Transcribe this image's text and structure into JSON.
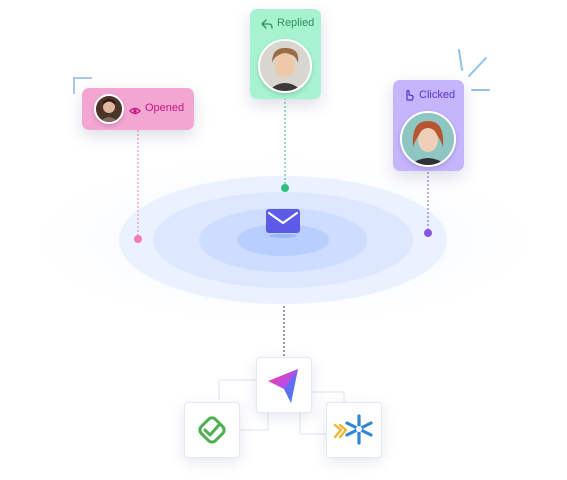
{
  "cards": {
    "opened": {
      "label": "Opened",
      "icon": "eye-icon",
      "color": "#f4a6d3",
      "text_color": "#c2187f"
    },
    "replied": {
      "label": "Replied",
      "icon": "reply-arrow-icon",
      "color": "#a7f3d0",
      "text_color": "#2f8f5b"
    },
    "clicked": {
      "label": "Clicked",
      "icon": "pointer-hand-icon",
      "color": "#c4b5fd",
      "text_color": "#5b34c9"
    }
  },
  "center": {
    "icon": "envelope-icon",
    "color": "#5b5be8"
  },
  "tools": [
    {
      "name": "navigation-arrow-logo"
    },
    {
      "name": "check-badge-logo"
    },
    {
      "name": "people-star-logo"
    }
  ],
  "colors": {
    "ripple": "#dbe7ff",
    "pink_dot": "#f47ab8",
    "green_dot": "#2ec27e",
    "purple_dot": "#8a55e0"
  }
}
